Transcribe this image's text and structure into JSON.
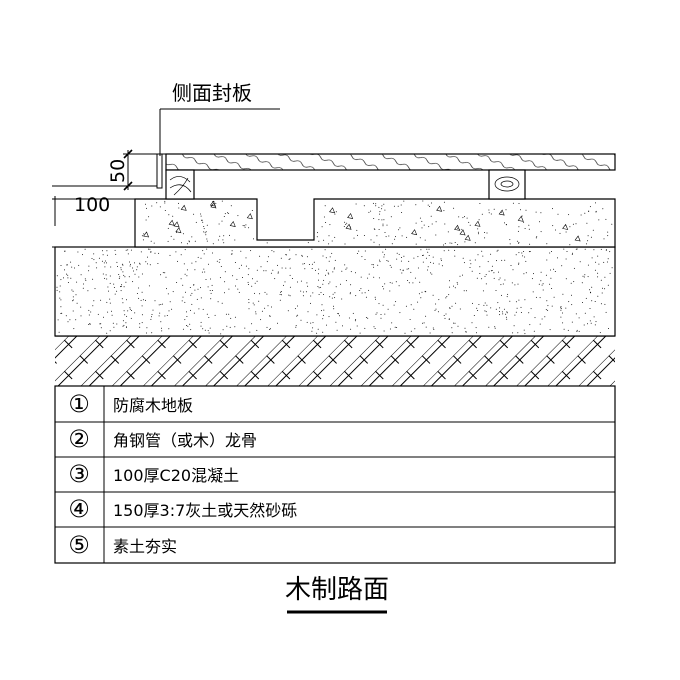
{
  "drawing": {
    "title": "木制路面",
    "side_panel_label": "侧面封板",
    "dim_height": "50",
    "dim_width": "100"
  },
  "legend": [
    {
      "number": "①",
      "text": "防腐木地板"
    },
    {
      "number": "②",
      "text": "角钢管（或木）龙骨"
    },
    {
      "number": "③",
      "text": "100厚C20混凝土"
    },
    {
      "number": "④",
      "text": "150厚3:7灰土或天然砂砾"
    },
    {
      "number": "⑤",
      "text": "素土夯实"
    }
  ]
}
